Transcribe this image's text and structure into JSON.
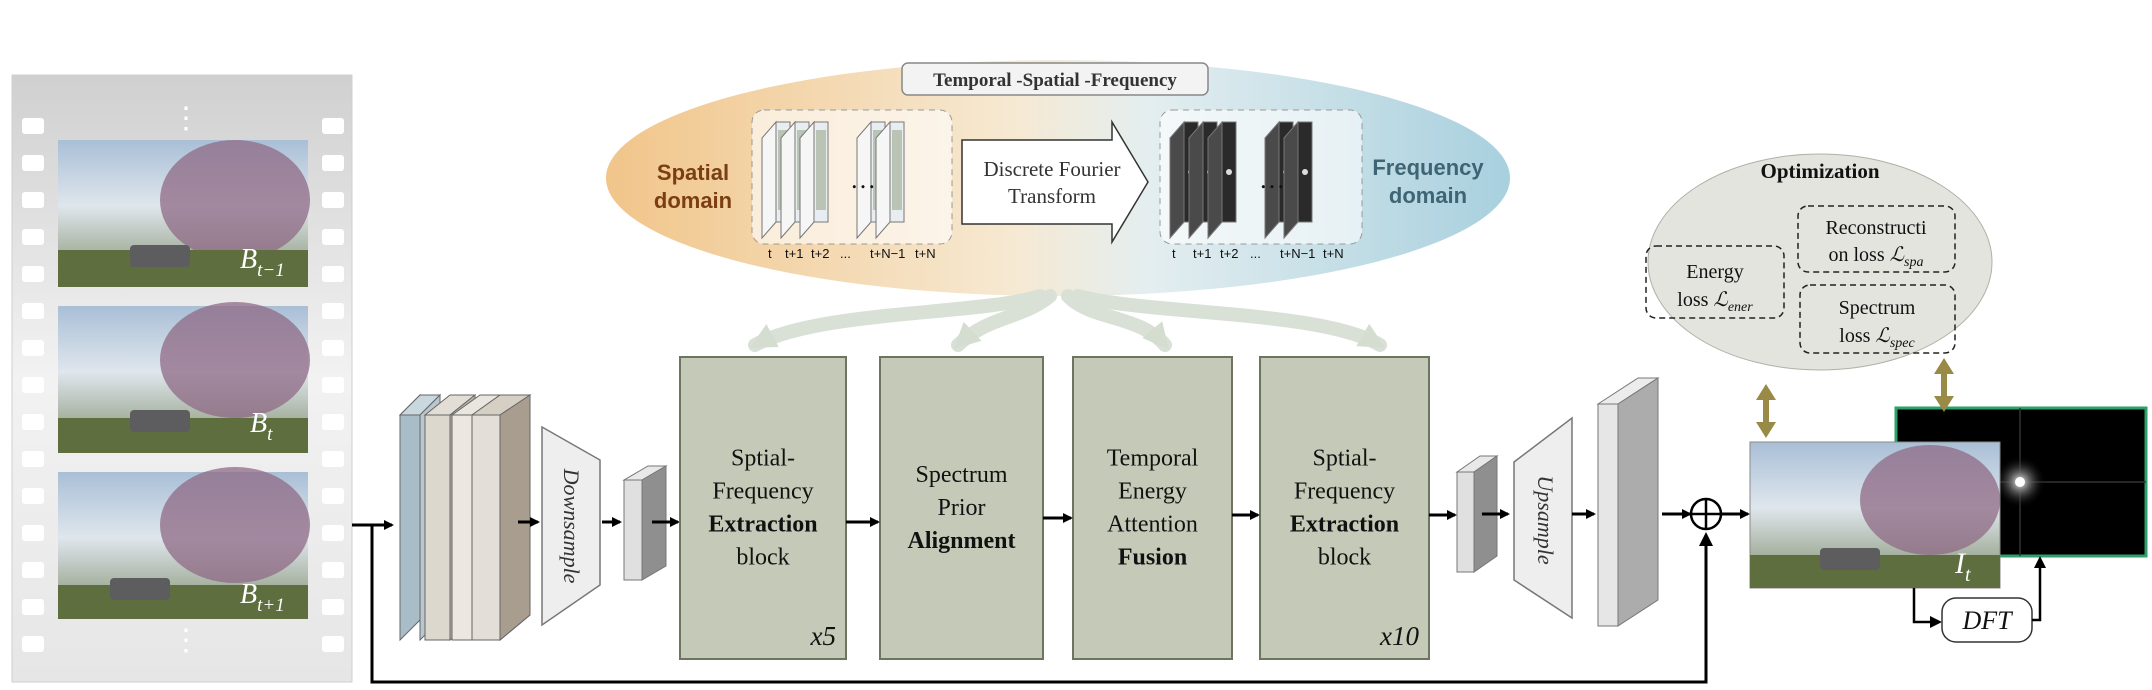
{
  "top_banner": {
    "label": "Temporal -Spatial -Frequency"
  },
  "spatial_domain": {
    "line1": "Spatial",
    "line2": "domain",
    "color": "#7a3e12"
  },
  "frequency_domain": {
    "line1": "Frequency",
    "line2": "domain",
    "color": "#3f6473"
  },
  "dft_arrow": {
    "line1": "Discrete Fourier",
    "line2": "Transform"
  },
  "frame_indices": [
    "t",
    "t+1",
    "t+2",
    "...",
    "t+N−1",
    "t+N"
  ],
  "ellipsis_dots": "…",
  "film_frames": [
    {
      "base": "B",
      "sub": "t−1"
    },
    {
      "base": "B",
      "sub": "t"
    },
    {
      "base": "B",
      "sub": "t+1"
    }
  ],
  "film_dots": "⋮",
  "downsample_label": "Downsample",
  "upsample_label": "Upsample",
  "blocks": [
    {
      "lines": [
        "Sptial-",
        "Frequency"
      ],
      "bold": "Extraction",
      "tail": "block",
      "repeat": "x5"
    },
    {
      "lines": [
        "Spectrum",
        "Prior"
      ],
      "bold": "Alignment",
      "tail": "",
      "repeat": ""
    },
    {
      "lines": [
        "Temporal",
        "Energy",
        "Attention"
      ],
      "bold": "Fusion",
      "tail": "",
      "repeat": ""
    },
    {
      "lines": [
        "Sptial-",
        "Frequency"
      ],
      "bold": "Extraction",
      "tail": "block",
      "repeat": "x10"
    }
  ],
  "optimization": {
    "title": "Optimization",
    "reconstruction": {
      "line1": "Reconstructi",
      "line2": "on loss ",
      "sym": "ℒ",
      "sub": "spa"
    },
    "energy": {
      "line1": "Energy",
      "line2": "loss ",
      "sym": "ℒ",
      "sub": "ener"
    },
    "spectrum": {
      "line1": "Spectrum",
      "line2": "loss ",
      "sym": "ℒ",
      "sub": "spec"
    }
  },
  "output": {
    "base": "I",
    "sub": "t"
  },
  "dft_box": "DFT",
  "sum_symbol": "⊕",
  "colors": {
    "block_fill": "#c4cab7",
    "block_stroke": "#6d7560",
    "gold_arrow": "#9a8a48",
    "ellipse_warm": "#f2c98e",
    "ellipse_cool": "#b7d8e4",
    "output_border": "#2ea06a"
  }
}
